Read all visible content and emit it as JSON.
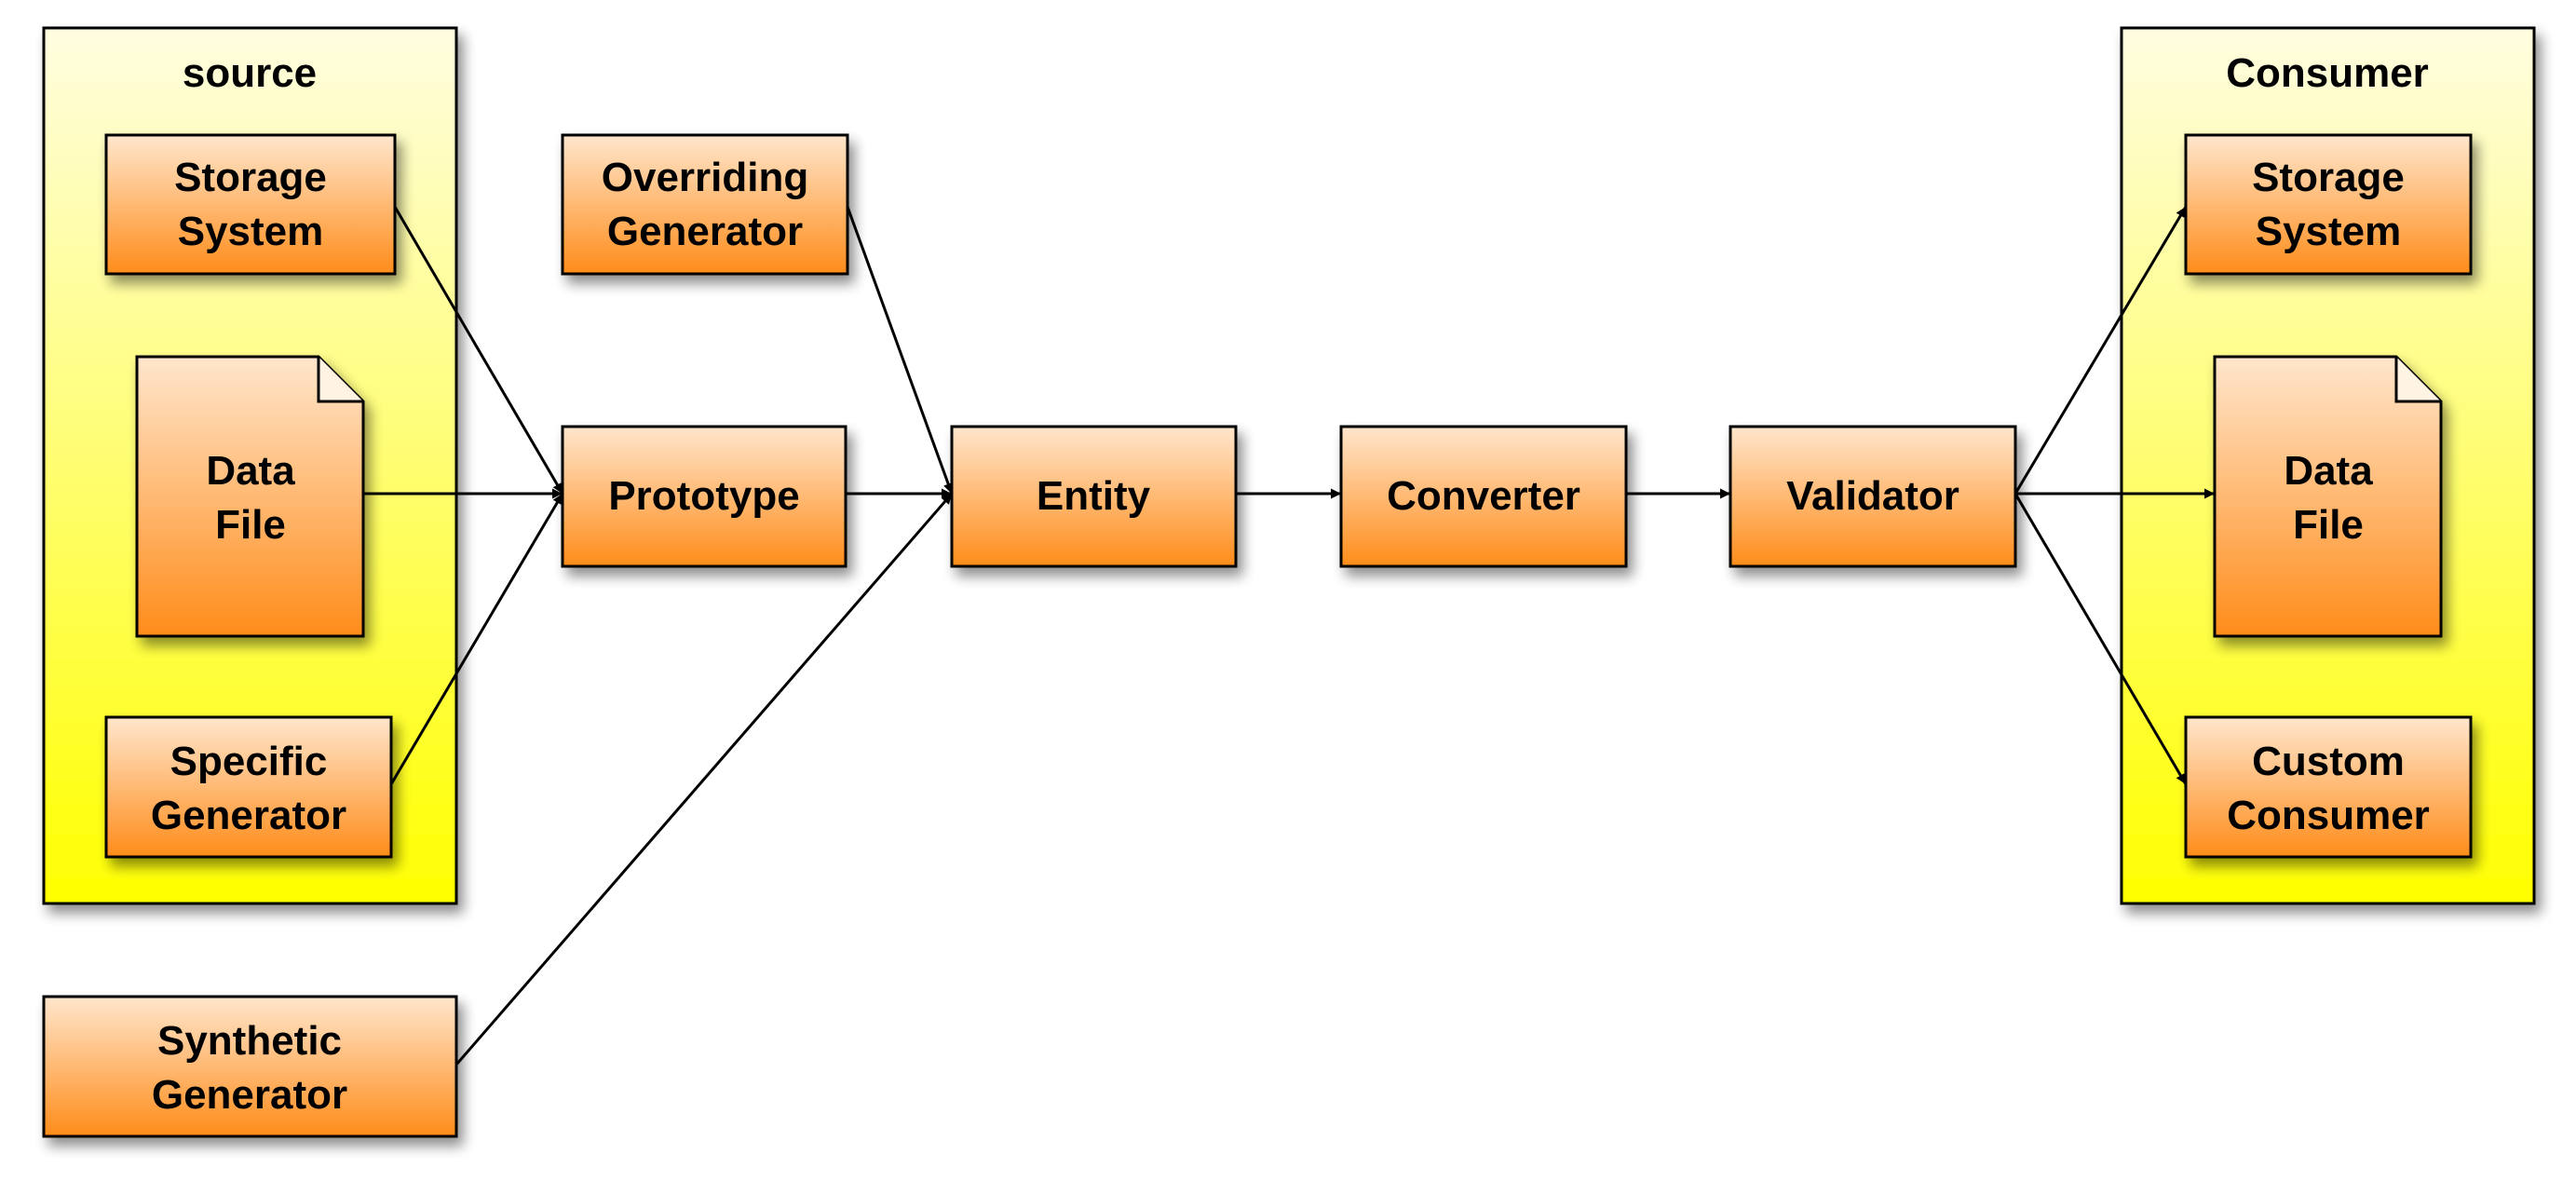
{
  "colors": {
    "group_fill_top": "#fffde0",
    "group_fill_bottom": "#ffff00",
    "box_fill_top": "#ffe6cc",
    "box_fill_bottom": "#ff8c1a",
    "stroke": "#000000",
    "background": "#ffffff"
  },
  "groups": {
    "source": {
      "title": "source"
    },
    "consumer": {
      "title": "Consumer"
    }
  },
  "nodes": {
    "source_storage": {
      "line1": "Storage",
      "line2": "System"
    },
    "source_data_file": {
      "line1": "Data",
      "line2": "File"
    },
    "source_specific_generator": {
      "line1": "Specific",
      "line2": "Generator"
    },
    "synthetic_generator": {
      "line1": "Synthetic",
      "line2": "Generator"
    },
    "overriding_generator": {
      "line1": "Overriding",
      "line2": "Generator"
    },
    "prototype": {
      "label": "Prototype"
    },
    "entity": {
      "label": "Entity"
    },
    "converter": {
      "label": "Converter"
    },
    "validator": {
      "label": "Validator"
    },
    "consumer_storage": {
      "line1": "Storage",
      "line2": "System"
    },
    "consumer_data_file": {
      "line1": "Data",
      "line2": "File"
    },
    "custom_consumer": {
      "line1": "Custom",
      "line2": "Consumer"
    }
  },
  "edges": [
    {
      "from": "source_storage",
      "to": "prototype"
    },
    {
      "from": "source_data_file",
      "to": "prototype"
    },
    {
      "from": "source_specific_generator",
      "to": "prototype"
    },
    {
      "from": "overriding_generator",
      "to": "entity"
    },
    {
      "from": "prototype",
      "to": "entity"
    },
    {
      "from": "synthetic_generator",
      "to": "entity"
    },
    {
      "from": "entity",
      "to": "converter"
    },
    {
      "from": "converter",
      "to": "validator"
    },
    {
      "from": "validator",
      "to": "consumer_storage"
    },
    {
      "from": "validator",
      "to": "consumer_data_file"
    },
    {
      "from": "validator",
      "to": "custom_consumer"
    }
  ]
}
